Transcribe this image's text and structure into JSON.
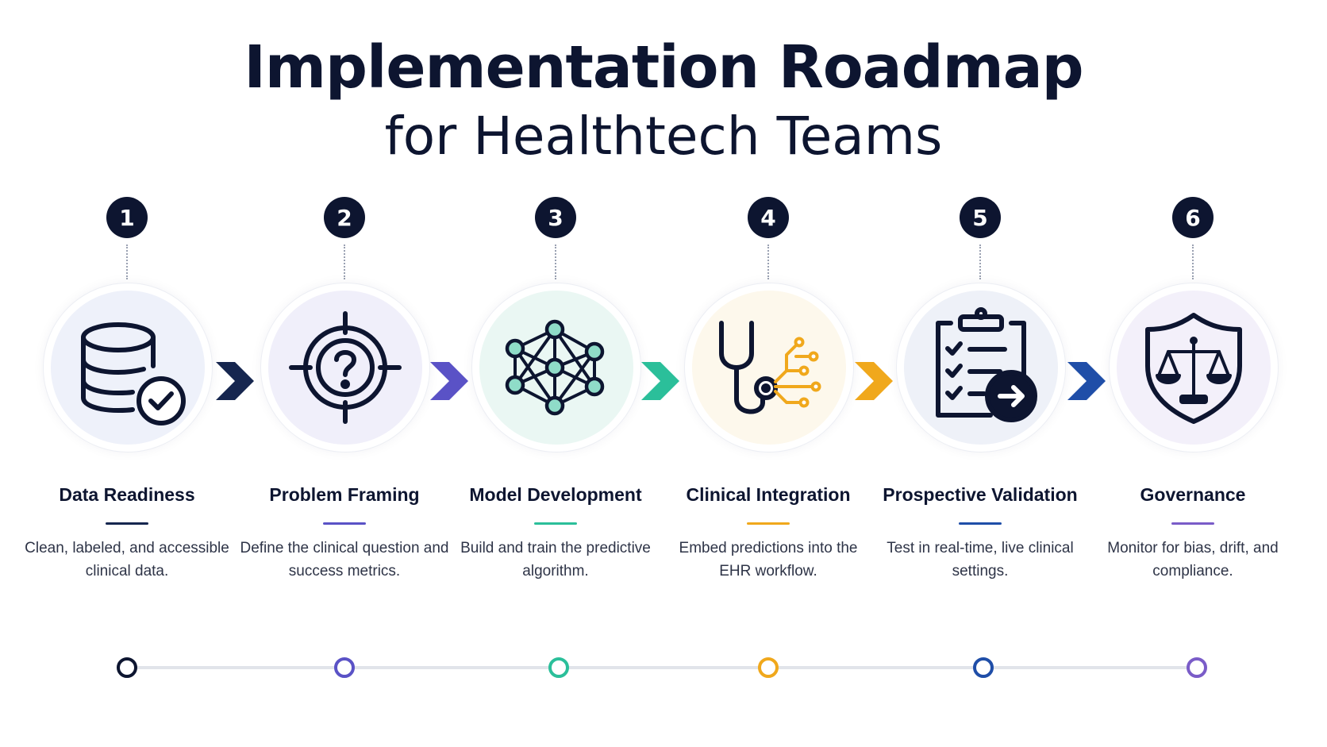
{
  "title": {
    "main": "Implementation Roadmap",
    "sub": "for Healthtech Teams"
  },
  "steps": [
    {
      "number": "1",
      "label": "Data Readiness",
      "description": "Clean, labeled, and accessible clinical data.",
      "icon": "database-check-icon",
      "accent": "#16264f",
      "tint": "#eef1fa"
    },
    {
      "number": "2",
      "label": "Problem Framing",
      "description": "Define the clinical question and success metrics.",
      "icon": "target-question-icon",
      "accent": "#5a52c6",
      "tint": "#f0effa"
    },
    {
      "number": "3",
      "label": "Model Development",
      "description": "Build and train the predictive algorithm.",
      "icon": "neural-network-icon",
      "accent": "#2bbf9a",
      "tint": "#eaf7f3"
    },
    {
      "number": "4",
      "label": "Clinical Integration",
      "description": "Embed predictions into the EHR workflow.",
      "icon": "stethoscope-circuit-icon",
      "accent": "#f0a81c",
      "tint": "#fdf8ec"
    },
    {
      "number": "5",
      "label": "Prospective Validation",
      "description": "Test in real-time, live clinical settings.",
      "icon": "clipboard-arrow-icon",
      "accent": "#1f4ea8",
      "tint": "#eef1f8"
    },
    {
      "number": "6",
      "label": "Governance",
      "description": "Monitor for bias, drift, and compliance.",
      "icon": "shield-scales-icon",
      "accent": "#7a5cc8",
      "tint": "#f3f0fa"
    }
  ],
  "arrow_colors": [
    "#16264f",
    "#5a52c6",
    "#2bbf9a",
    "#f0a81c",
    "#1f4ea8"
  ],
  "timeline_colors": [
    "#0d1530",
    "#5a52c6",
    "#2bbf9a",
    "#f0a81c",
    "#1f4ea8",
    "#7a5cc8"
  ]
}
